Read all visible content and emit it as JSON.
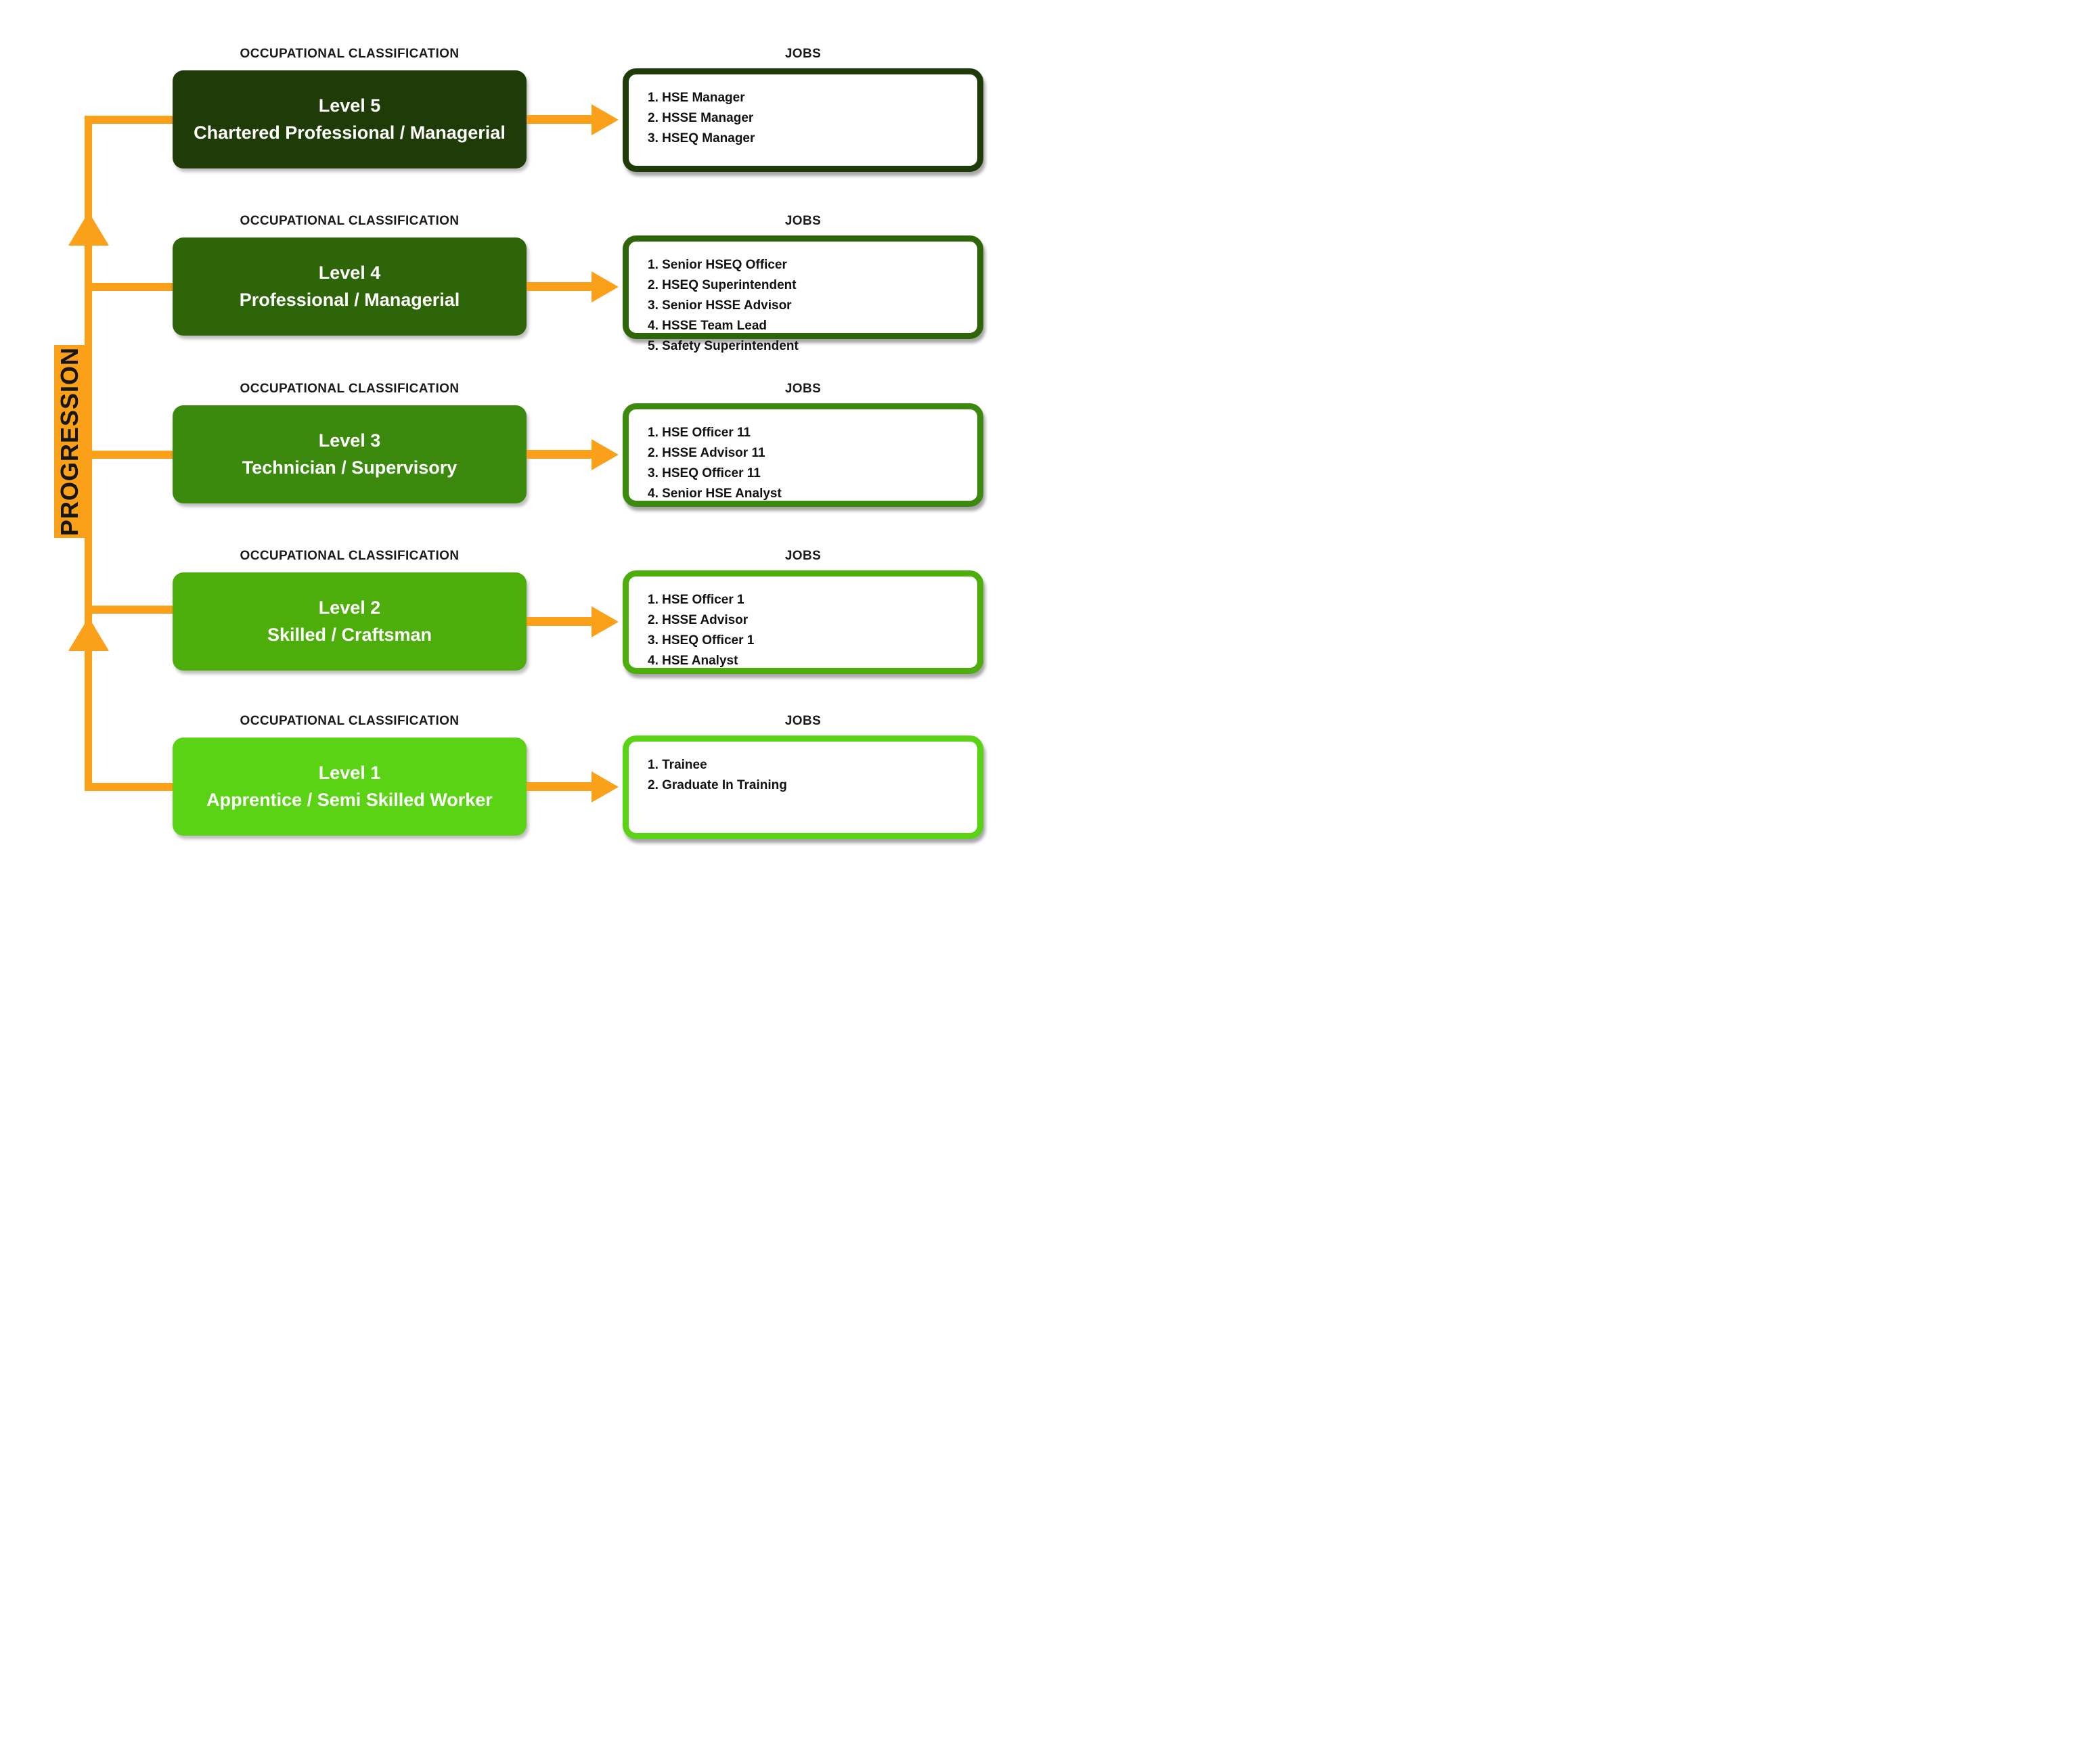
{
  "progression_label": "PROGRESSION",
  "headers": {
    "classification": "OCCUPATIONAL CLASSIFICATION",
    "jobs": "JOBS"
  },
  "colors": {
    "orange": "#FBA019",
    "level5_green": "#1F3B07",
    "level4_green": "#2D6508",
    "level3_green": "#3B8A0E",
    "level2_green": "#4CAD0B",
    "level1_green": "#5AD315"
  },
  "rows": [
    {
      "id": "level-5",
      "level_title": "Level 5",
      "level_subtitle": "Chartered Professional / Managerial",
      "color": "#1F3B07",
      "jobs": [
        "1. HSE Manager",
        "2. HSSE Manager",
        "3. HSEQ Manager"
      ]
    },
    {
      "id": "level-4",
      "level_title": "Level 4",
      "level_subtitle": "Professional / Managerial",
      "color": "#2D6508",
      "jobs": [
        "1. Senior HSEQ Officer",
        "2. HSEQ Superintendent",
        "3. Senior HSSE Advisor",
        "4. HSSE Team Lead",
        "5. Safety Superintendent"
      ]
    },
    {
      "id": "level-3",
      "level_title": "Level 3",
      "level_subtitle": "Technician / Supervisory",
      "color": "#3B8A0E",
      "jobs": [
        "1. HSE Officer 11",
        "2. HSSE Advisor 11",
        "3. HSEQ Officer 11",
        "4. Senior HSE Analyst"
      ]
    },
    {
      "id": "level-2",
      "level_title": "Level 2",
      "level_subtitle": "Skilled / Craftsman",
      "color": "#4CAD0B",
      "jobs": [
        "1. HSE Officer 1",
        "2. HSSE Advisor",
        "3. HSEQ Officer 1",
        "4. HSE Analyst"
      ]
    },
    {
      "id": "level-1",
      "level_title": "Level 1",
      "level_subtitle": "Apprentice / Semi Skilled Worker",
      "color": "#5AD315",
      "jobs": [
        "1. Trainee",
        "2. Graduate In Training"
      ]
    }
  ]
}
